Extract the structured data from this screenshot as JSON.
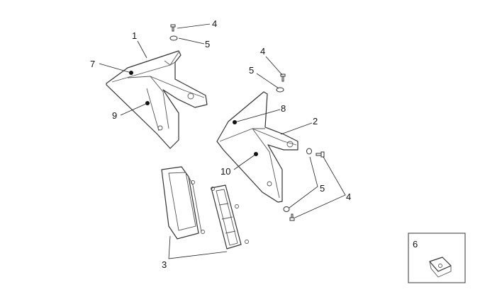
{
  "diagram": {
    "callouts": {
      "p1": "1",
      "p4a": "4",
      "p5a": "5",
      "p7": "7",
      "p9": "9",
      "p4b": "4",
      "p5b": "5",
      "p8": "8",
      "p2": "2",
      "p10": "10",
      "p5c": "5",
      "p4c": "4",
      "p3": "3",
      "p6": "6"
    }
  }
}
